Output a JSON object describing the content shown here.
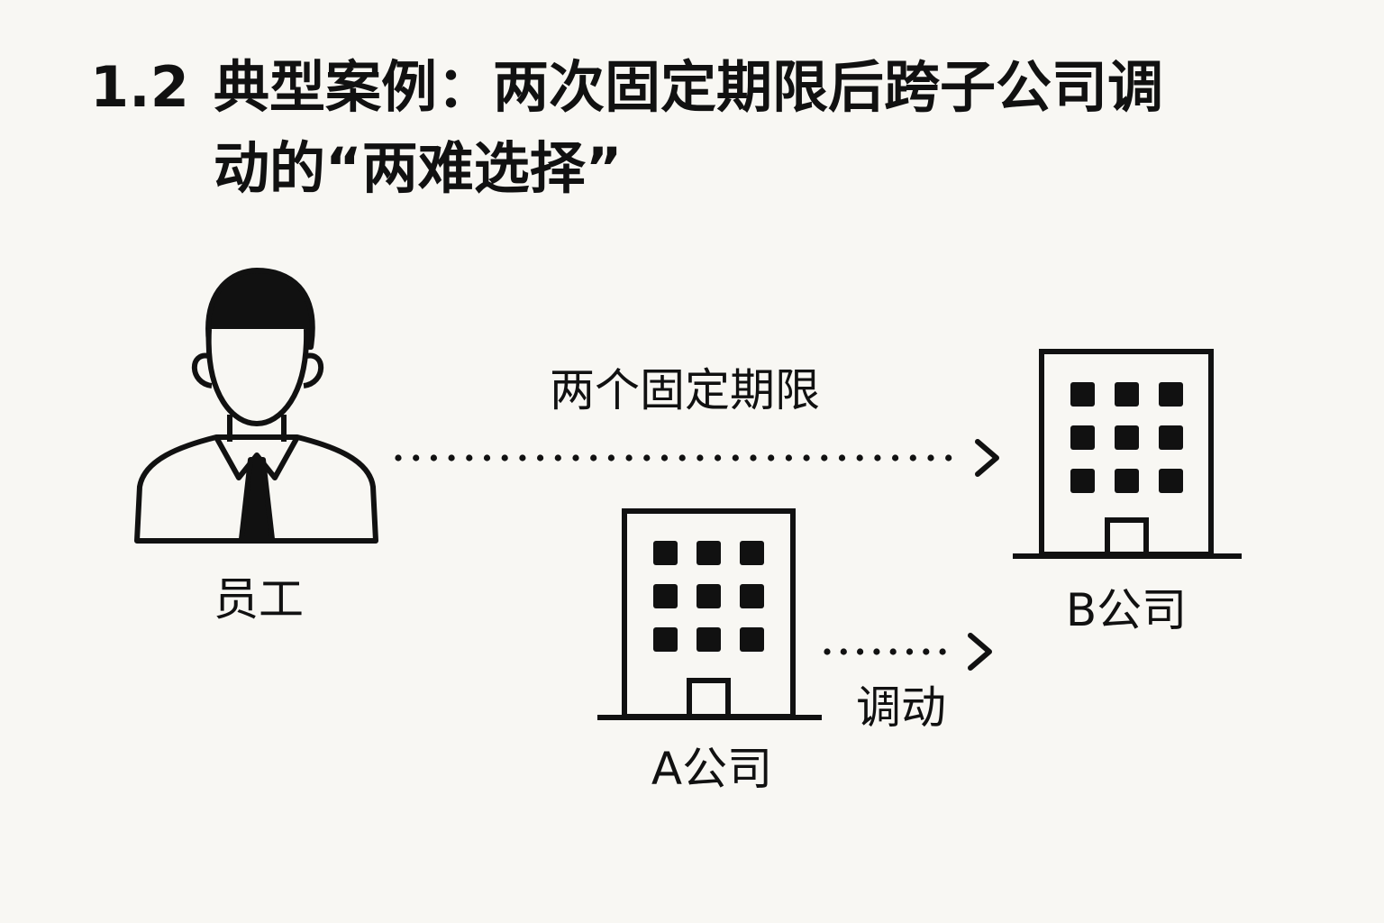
{
  "title": {
    "number": "1.2",
    "line1": "典型案例：两次固定期限后跨子公司调",
    "line2": "动的“两难选择”"
  },
  "labels": {
    "employee": "员工",
    "two_terms": "两个固定期限",
    "company_b": "B公司",
    "company_a": "A公司",
    "transfer": "调动"
  },
  "colors": {
    "ink": "#111111",
    "background": "#f8f7f3"
  }
}
